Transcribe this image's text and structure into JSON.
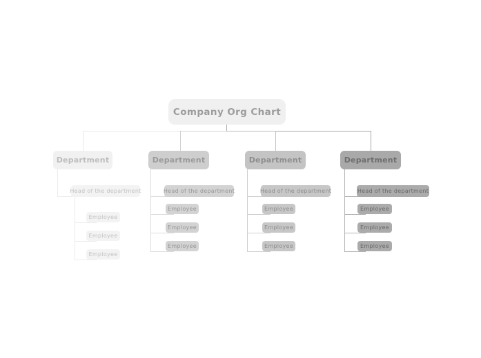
{
  "root": {
    "label": "Company Org Chart",
    "fill": "#f0f0f0",
    "text_color": "#9c9c9c"
  },
  "top_connectors": {
    "stub_color": "#ababab",
    "segment_colors": [
      "#e8e8e8",
      "#d2d2d2",
      "#bdbdbd",
      "#a9a9a9"
    ],
    "drop_colors": [
      "#e8e8e8",
      "#cfcfcf",
      "#c0c0c0",
      "#a5a5a5"
    ]
  },
  "departments": [
    {
      "label": "Department",
      "fill": "#f1f1f1",
      "text_color": "#bdbdbd",
      "line_color": "#ececec",
      "node_fill": "#f3f3f3",
      "node_text_color": "#c2c2c2",
      "head": {
        "label": "Head of the department"
      },
      "employees": [
        {
          "label": "Employee"
        },
        {
          "label": "Employee"
        },
        {
          "label": "Employee"
        }
      ]
    },
    {
      "label": "Department",
      "fill": "#cecece",
      "text_color": "#9a9a9a",
      "line_color": "#dcdcdc",
      "node_fill": "#d3d3d3",
      "node_text_color": "#979797",
      "head": {
        "label": "Head of the department"
      },
      "employees": [
        {
          "label": "Employee"
        },
        {
          "label": "Employee"
        },
        {
          "label": "Employee"
        }
      ]
    },
    {
      "label": "Department",
      "fill": "#c4c4c4",
      "text_color": "#8e8e8e",
      "line_color": "#cfcfcf",
      "node_fill": "#c7c7c7",
      "node_text_color": "#8d8d8d",
      "head": {
        "label": "Head of the department"
      },
      "employees": [
        {
          "label": "Employee"
        },
        {
          "label": "Employee"
        },
        {
          "label": "Employee"
        }
      ]
    },
    {
      "label": "Department",
      "fill": "#a9a9a9",
      "text_color": "#6e6e6e",
      "line_color": "#b2b2b2",
      "node_fill": "#ababab",
      "node_text_color": "#696969",
      "head": {
        "label": "Head of the department"
      },
      "employees": [
        {
          "label": "Employee"
        },
        {
          "label": "Employee"
        },
        {
          "label": "Employee"
        }
      ]
    }
  ]
}
